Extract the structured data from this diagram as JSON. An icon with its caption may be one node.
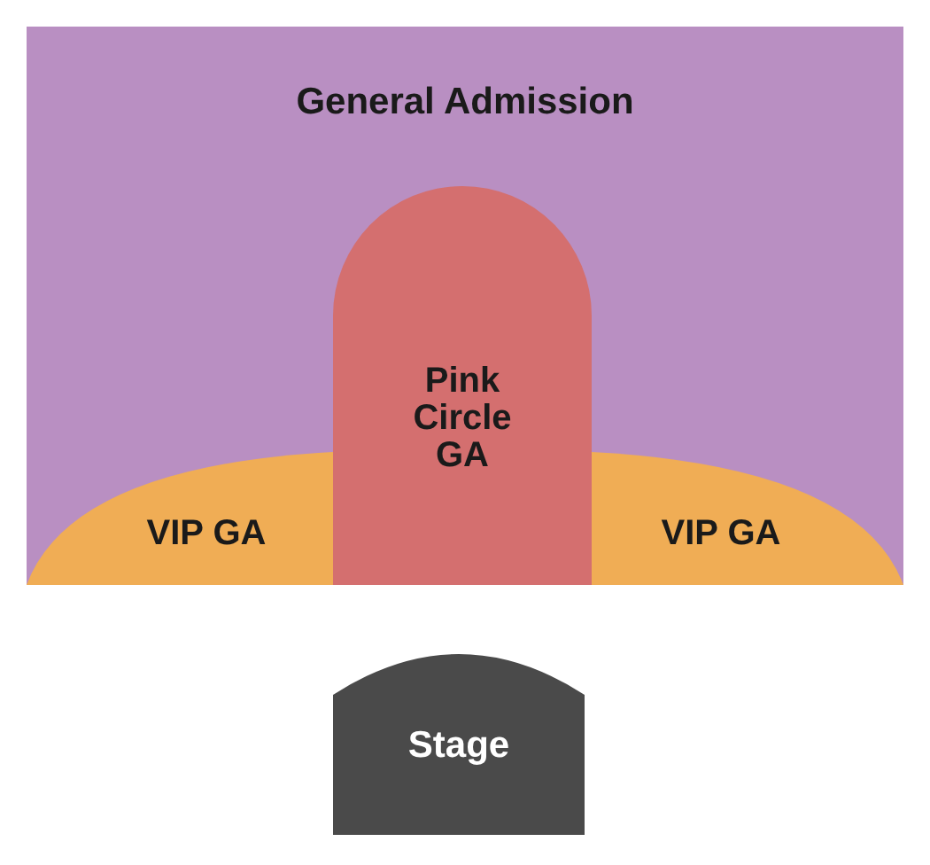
{
  "diagram": {
    "nodes": [
      {
        "text": [
          "General Admission"
        ]
      },
      {
        "text": [
          "Pink Circle GA"
        ],
        "in": 0
      },
      {
        "text": [
          "VIP GA"
        ],
        "in": 0
      },
      {
        "text": [
          "VIP GA"
        ],
        "in": 0
      },
      {
        "text": [
          "Stage"
        ]
      }
    ]
  }
}
